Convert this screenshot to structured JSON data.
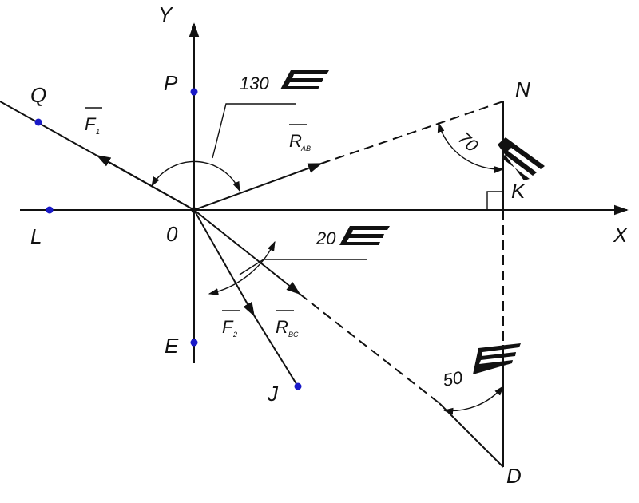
{
  "axes": {
    "x_label": "X",
    "y_label": "Y",
    "origin_label": "0"
  },
  "points": {
    "p": "P",
    "q": "Q",
    "l": "L",
    "e": "E",
    "j": "J",
    "n": "N",
    "k": "K",
    "d": "D"
  },
  "forces": {
    "f1": {
      "name": "F",
      "sub": "1"
    },
    "f2": {
      "name": "F",
      "sub": "2"
    },
    "rab": {
      "name": "R",
      "sub": "AB"
    },
    "rbc": {
      "name": "R",
      "sub": "BC"
    }
  },
  "angles": {
    "a130": "130",
    "a70": "70",
    "a20": "20",
    "a50": "50"
  },
  "colors": {
    "line": "#111111",
    "point": "#1a1ac8"
  }
}
